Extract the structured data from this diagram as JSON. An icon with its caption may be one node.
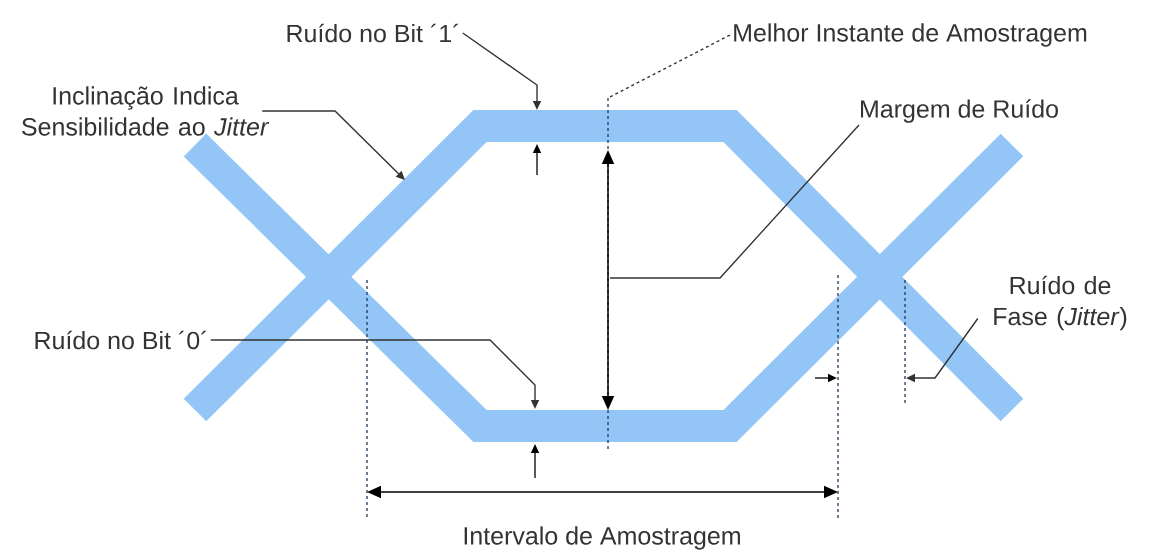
{
  "diagram": {
    "nodes": [
      {
        "text": [
          "Ruído no Bit ´1´"
        ]
      },
      {
        "text": [
          "Melhor Instante de Amostragem"
        ]
      },
      {
        "text": [
          "Inclinação Indica Sensibilidade ao *Jitter*"
        ]
      },
      {
        "text": [
          "Margem de Ruído"
        ]
      },
      {
        "text": [
          "Ruído de Fase (*Jitter*)"
        ]
      },
      {
        "text": [
          "Ruído no Bit ´0´"
        ]
      }
    ],
    "edges": [
      {
        "from": 0,
        "to": null,
        "arrow": "to"
      },
      {
        "from": 1,
        "to": null,
        "arrow": "none",
        "style": "dashed"
      },
      {
        "from": 2,
        "to": null,
        "arrow": "to"
      },
      {
        "from": 3,
        "to": null,
        "arrow": "none"
      },
      {
        "from": 4,
        "to": null,
        "arrow": "to"
      },
      {
        "from": 5,
        "to": null,
        "arrow": "to"
      }
    ],
    "labels": [
      "Intervalo de Amostragem"
    ]
  }
}
